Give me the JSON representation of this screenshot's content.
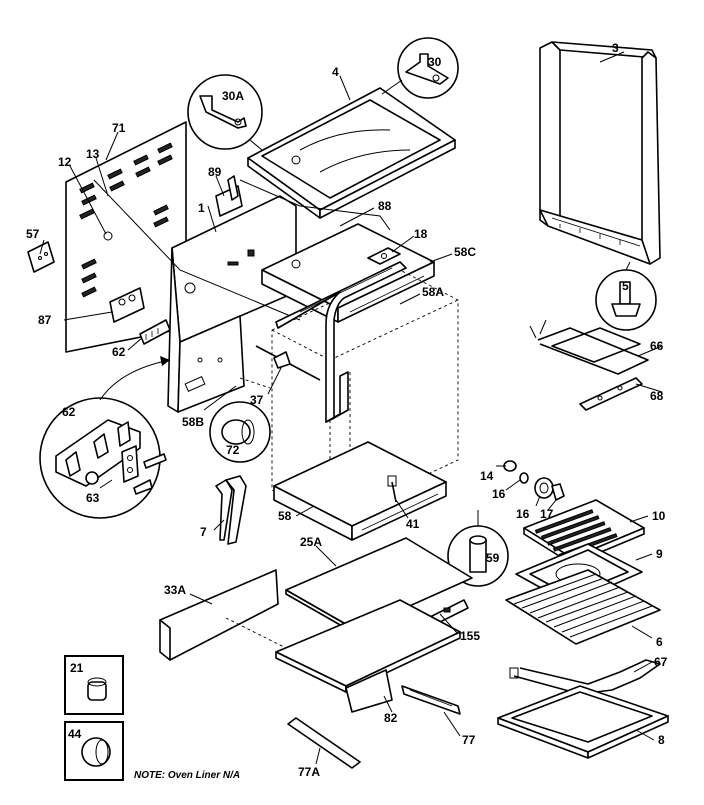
{
  "labels": {
    "p3": "3",
    "p4": "4",
    "p30": "30",
    "p30a": "30A",
    "p71": "71",
    "p12": "12",
    "p13": "13",
    "p89": "89",
    "p1": "1",
    "p88": "88",
    "p18": "18",
    "p58c": "58C",
    "p57": "57",
    "p87": "87",
    "p62a": "62",
    "p58a": "58A",
    "p5": "5",
    "p66": "66",
    "p68": "68",
    "p37": "37",
    "p62b": "62",
    "p58b": "58B",
    "p72": "72",
    "p63": "63",
    "p14": "14",
    "p16a": "16",
    "p16b": "16",
    "p17": "17",
    "p7": "7",
    "p58": "58",
    "p41": "41",
    "p10": "10",
    "p59": "59",
    "p9": "9",
    "p25a": "25A",
    "p33a": "33A",
    "p155": "155",
    "p6": "6",
    "p67": "67",
    "p21": "21",
    "p82": "82",
    "p77": "77",
    "p8": "8",
    "p44": "44",
    "p77a": "77A"
  },
  "note": "NOTE:  Oven Liner N/A"
}
